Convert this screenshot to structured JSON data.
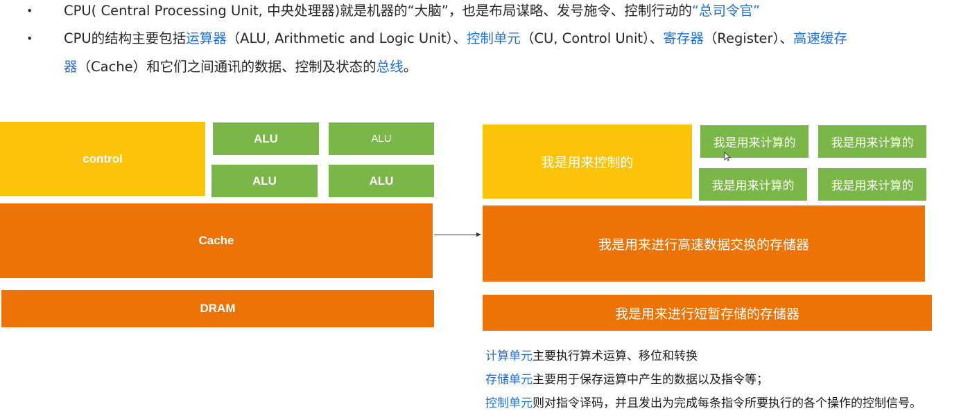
{
  "bullets": [
    {
      "bullet": "•",
      "segments": [
        {
          "text": "CPU( Central Processing Unit, 中央处理器)就是机器的“大脑”，也是布局谋略、发号施令、控制行动的",
          "hl": false
        },
        {
          "text": "“总司令官”",
          "hl": true
        }
      ]
    },
    {
      "bullet": "•",
      "segments": [
        {
          "text": "CPU的结构主要包括",
          "hl": false
        },
        {
          "text": "运算器",
          "hl": true
        },
        {
          "text": "（ALU, Arithmetic and Logic Unit）、",
          "hl": false
        },
        {
          "text": "控制单元",
          "hl": true
        },
        {
          "text": "（CU, Control Unit）、",
          "hl": false
        },
        {
          "text": "寄存器",
          "hl": true
        },
        {
          "text": "（Register）、",
          "hl": false
        },
        {
          "text": "高速缓存",
          "hl": true
        }
      ],
      "continuation": [
        {
          "text": "器",
          "hl": true
        },
        {
          "text": "（Cache）和它们之间通讯的数据、控制及状态的",
          "hl": false
        },
        {
          "text": "总线",
          "hl": true
        },
        {
          "text": "。",
          "hl": false
        }
      ]
    }
  ],
  "left_diagram": {
    "control": "control",
    "alu": [
      "ALU",
      "ALU",
      "ALU",
      "ALU"
    ],
    "cache": "Cache",
    "dram": "DRAM"
  },
  "right_diagram": {
    "control": "我是用来控制的",
    "alu": [
      "我是用来计算的",
      "我是用来计算的",
      "我是用来计算的",
      "我是用来计算的"
    ],
    "cache": "我是用来进行高速数据交换的存储器",
    "dram": "我是用来进行短暂存储的存储器"
  },
  "notes": [
    {
      "term": "计算单元",
      "text": "主要执行算术运算、移位和转换"
    },
    {
      "term": "存储单元",
      "text": "主要用于保存运算中产生的数据以及指令等；"
    },
    {
      "term": "控制单元",
      "text": "则对指令译码，并且发出为完成每条指令所要执行的各个操作的控制信号。"
    }
  ],
  "colors": {
    "control": "#fbc409",
    "alu": "#7ab648",
    "memory": "#ee7307",
    "highlight": "#1f6fd6"
  },
  "icons": {
    "bullet": "bullet-dot-icon",
    "arrow": "arrow-right-icon",
    "cursor": "mouse-cursor-icon"
  }
}
